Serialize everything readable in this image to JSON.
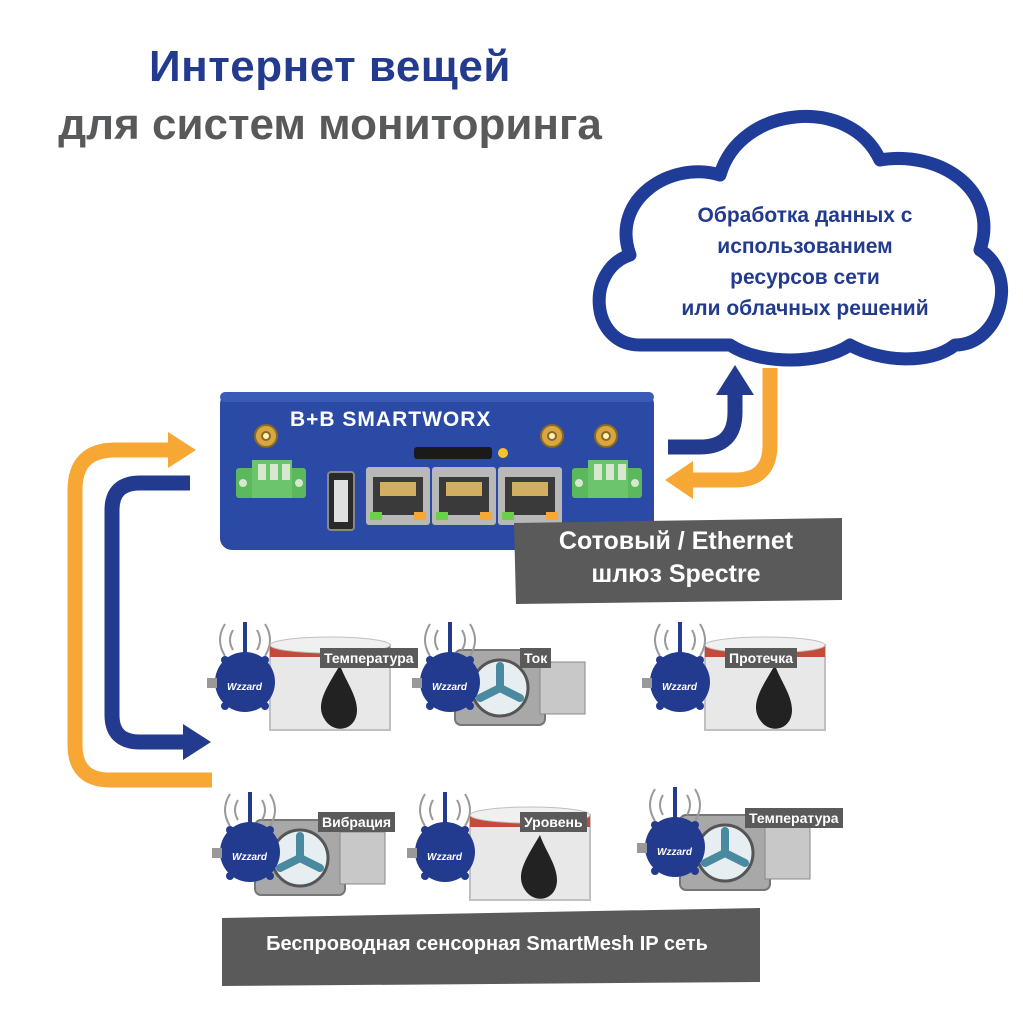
{
  "title": {
    "line1": "Интернет вещей",
    "line2": "для систем мониторинга"
  },
  "cloud": {
    "text_lines": [
      "Обработка данных с",
      "использованием",
      "ресурсов сети",
      "или облачных решений"
    ]
  },
  "gateway": {
    "brand": "B+B SMARTWORX",
    "label_lines": [
      "Сотовый / Ethernet",
      "шлюз Spectre"
    ]
  },
  "sensors": [
    {
      "label": "Температура",
      "node_brand": "Wzzard",
      "kind": "tank"
    },
    {
      "label": "Ток",
      "node_brand": "Wzzard",
      "kind": "motor"
    },
    {
      "label": "Протечка",
      "node_brand": "Wzzard",
      "kind": "tank"
    },
    {
      "label": "Вибрация",
      "node_brand": "Wzzard",
      "kind": "motor"
    },
    {
      "label": "Уровень",
      "node_brand": "Wzzard",
      "kind": "tank"
    },
    {
      "label": "Температура",
      "node_brand": "Wzzard",
      "kind": "motor"
    }
  ],
  "network": {
    "label": "Беспроводная сенсорная SmartMesh IP сеть"
  },
  "colors": {
    "title_blue": "#233b8e",
    "title_gray": "#58595b",
    "cloud_blue": "#1f3c99",
    "arrow_blue": "#233b8e",
    "arrow_orange": "#f7a733",
    "gateway_blue": "#2a4aa6",
    "label_gray": "#5a5a5a",
    "terminal_green": "#5cb85c"
  }
}
